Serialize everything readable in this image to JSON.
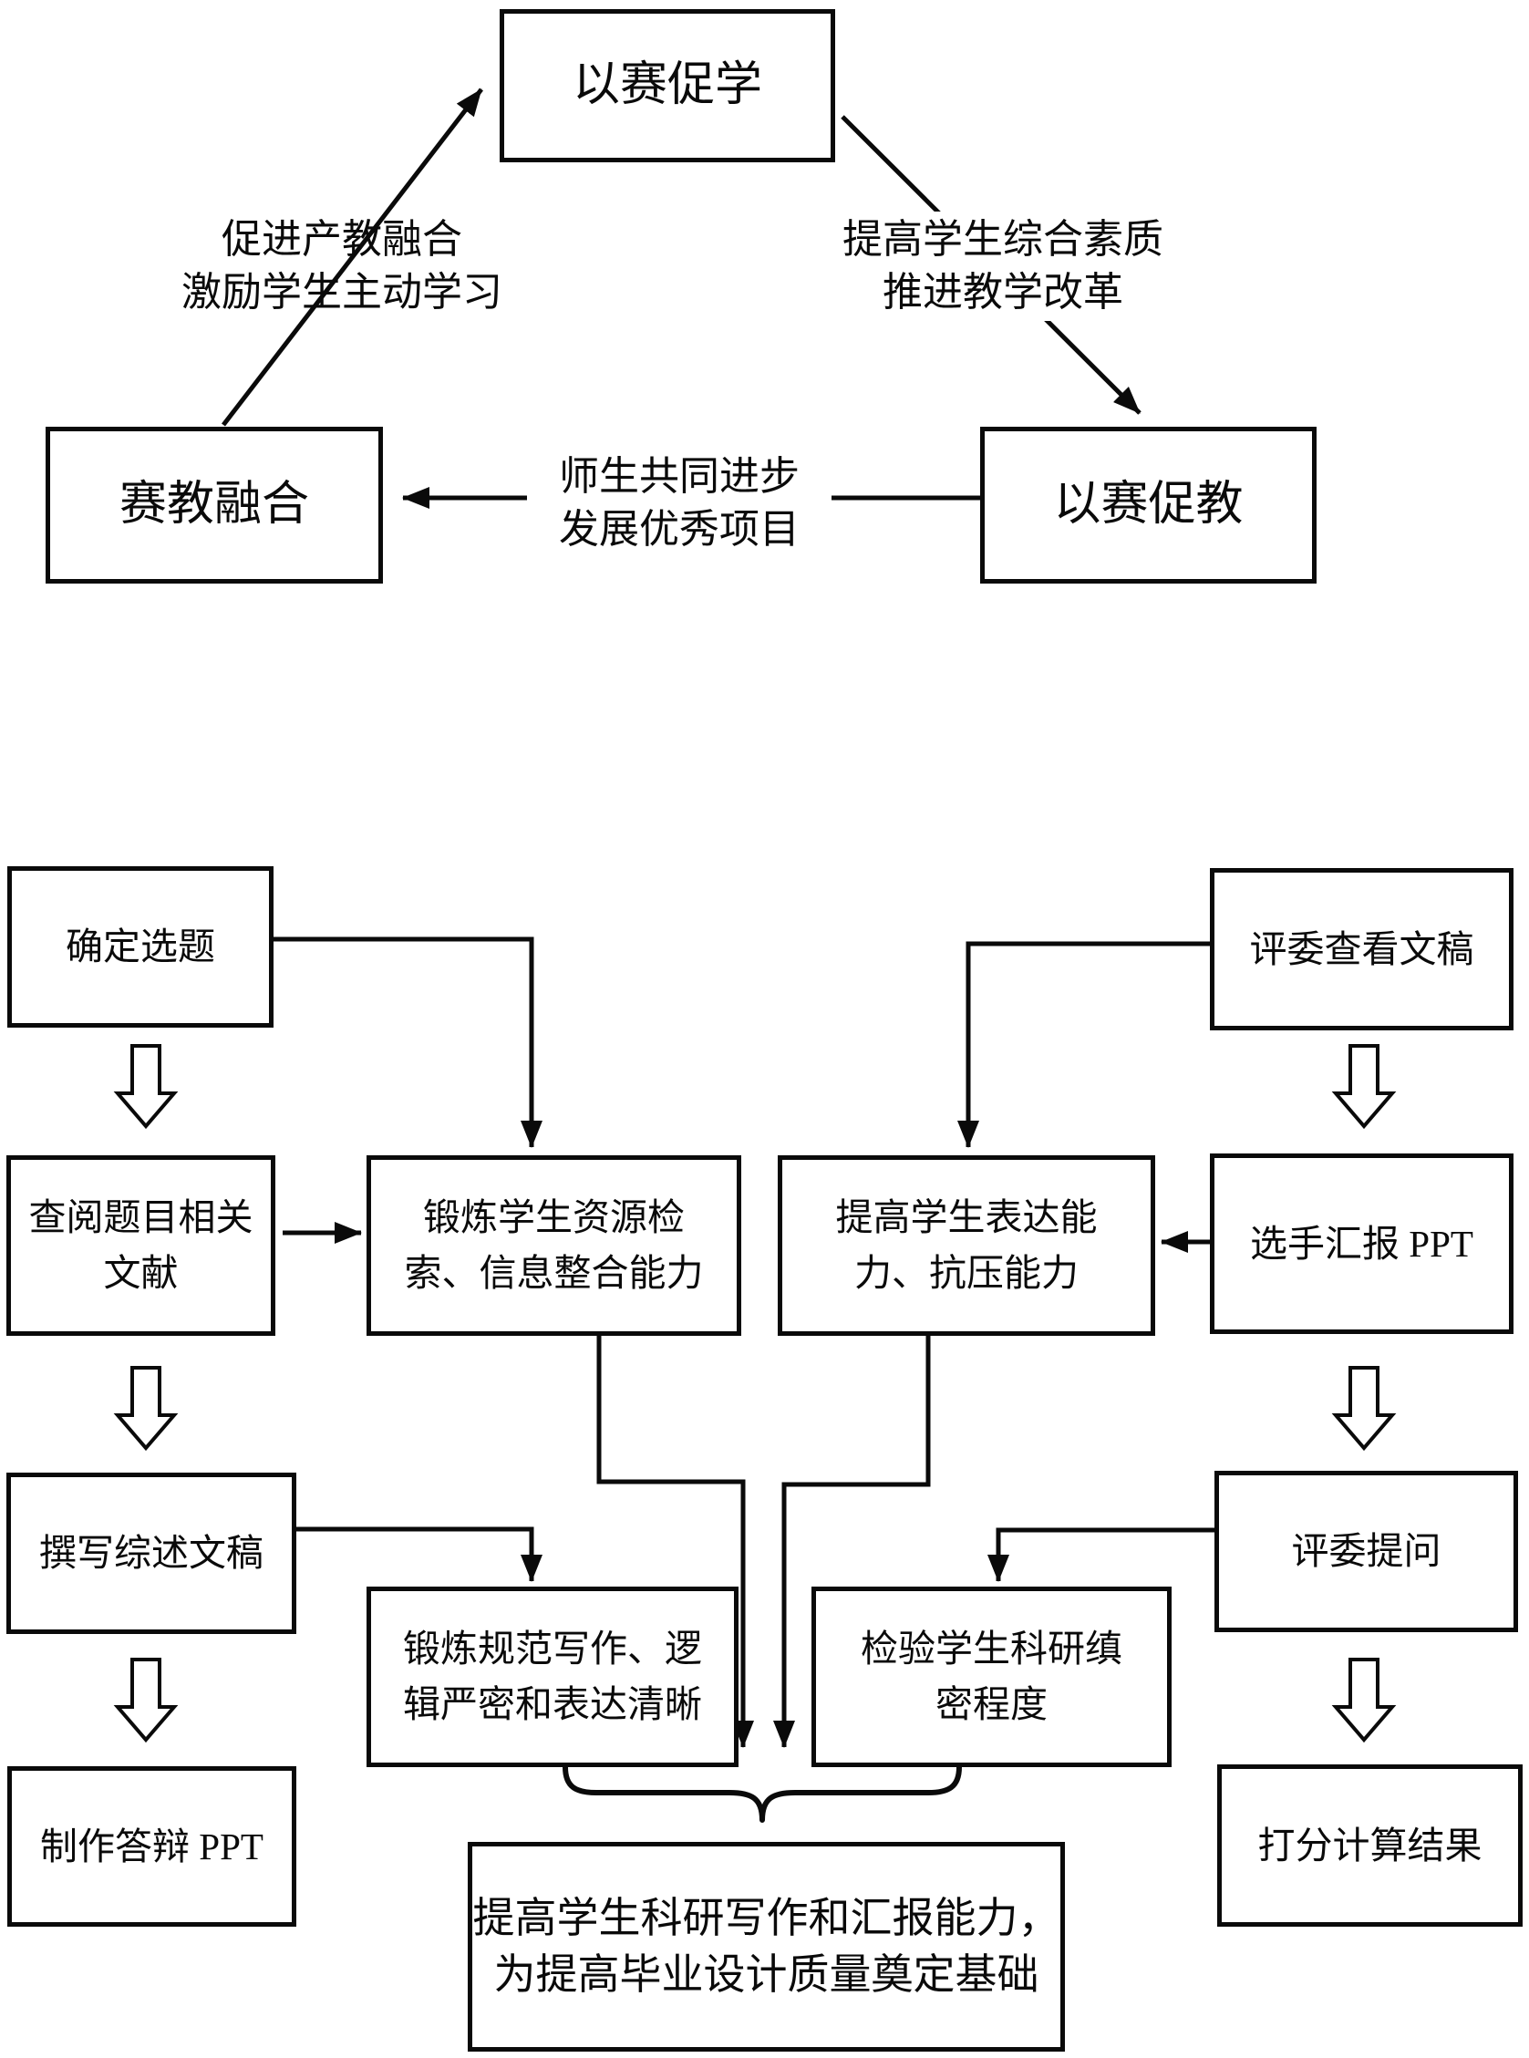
{
  "colors": {
    "ink": "#0a0a0a",
    "background": "#ffffff"
  },
  "top_diagram": {
    "nodes": {
      "promote_learning": "以赛促学",
      "fusion": "赛教融合",
      "promote_teaching": "以赛促教"
    },
    "edge_labels": {
      "fusion_to_learning": [
        "促进产教融合",
        "激励学生主动学习"
      ],
      "learning_to_teaching": [
        "提高学生综合素质",
        "推进教学改革"
      ],
      "teaching_to_fusion": [
        "师生共同进步",
        "发展优秀项目"
      ]
    }
  },
  "flowchart": {
    "select_topic": "确定选题",
    "review_literature": [
      "查阅题目相关",
      "文献"
    ],
    "write_review": "撰写综述文稿",
    "make_ppt": "制作答辩 PPT",
    "train_retrieval": [
      "锻炼学生资源检",
      "索、信息整合能力"
    ],
    "improve_expression": [
      "提高学生表达能",
      "力、抗压能力"
    ],
    "train_writing": [
      "锻炼规范写作、逻",
      "辑严密和表达清晰"
    ],
    "test_rigor": [
      "检验学生科研缜",
      "密程度"
    ],
    "judge_review_draft": "评委查看文稿",
    "contestant_report": "选手汇报 PPT",
    "judge_question": "评委提问",
    "scoring_result": "打分计算结果",
    "final_goal": [
      "提高学生科研写作和汇报能力，",
      "为提高毕业设计质量奠定基础"
    ]
  }
}
